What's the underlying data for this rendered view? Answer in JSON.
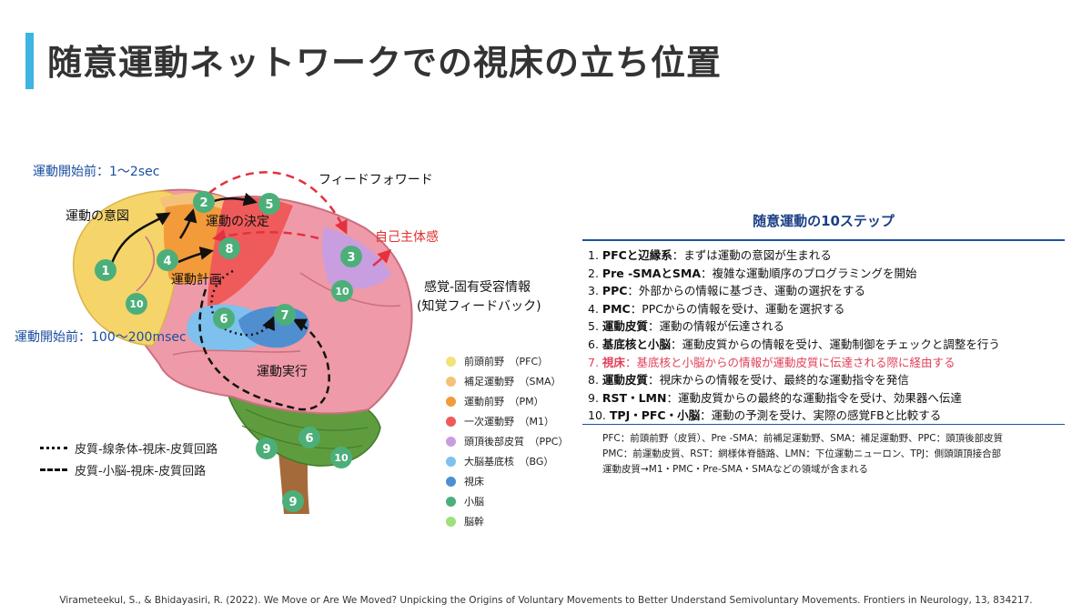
{
  "title": "随意運動ネットワークでの視床の立ち位置",
  "labels": {
    "pre_movement_long": "運動開始前：1〜2sec",
    "pre_movement_short": "運動開始前：100〜200msec",
    "intention": "運動の意図",
    "decision": "運動の決定",
    "planning": "運動計画",
    "execution": "運動実行",
    "feedforward": "フィードフォワード",
    "agency": "自己主体感",
    "sensory": "感覚-固有受容情報",
    "sensory_sub": "(知覚フィードバック)"
  },
  "badges": [
    {
      "id": "1",
      "color": "#4caf7a"
    },
    {
      "id": "2",
      "color": "#4caf7a"
    },
    {
      "id": "3",
      "color": "#4caf7a"
    },
    {
      "id": "4",
      "color": "#4caf7a"
    },
    {
      "id": "5",
      "color": "#4caf7a"
    },
    {
      "id": "6",
      "color": "#4caf7a"
    },
    {
      "id": "7",
      "color": "#4caf7a"
    },
    {
      "id": "8",
      "color": "#4caf7a"
    },
    {
      "id": "9",
      "color": "#4caf7a"
    },
    {
      "id": "10",
      "color": "#4caf7a"
    }
  ],
  "legend": [
    {
      "label": "前頭前野　（PFC）",
      "color": "#f3e27a"
    },
    {
      "label": "補足運動野　（SMA）",
      "color": "#f5c27a"
    },
    {
      "label": "運動前野　（PM）",
      "color": "#f39a3a"
    },
    {
      "label": "一次運動野　（M1）",
      "color": "#ef5a5a"
    },
    {
      "label": "頭頂後部皮質　（PPC）",
      "color": "#c89ee0"
    },
    {
      "label": "大脳基底核　（BG）",
      "color": "#7ec0ee"
    },
    {
      "label": "視床",
      "color": "#4f8fd0"
    },
    {
      "label": "小脳",
      "color": "#4caf7a"
    },
    {
      "label": "脳幹",
      "color": "#9ee07a"
    }
  ],
  "circuits": [
    {
      "label": "皮質-線条体-視床-皮質回路",
      "style": "dotted"
    },
    {
      "label": "皮質-小脳-視床-皮質回路",
      "style": "dashed"
    }
  ],
  "steps_title": "随意運動の10ステップ",
  "steps": [
    {
      "num": "1.",
      "name": "PFCと辺縁系",
      "desc": "：まずは運動の意図が生まれる"
    },
    {
      "num": "2.",
      "name": "Pre -SMAとSMA",
      "desc": "：複雑な運動順序のプログラミングを開始"
    },
    {
      "num": "3.",
      "name": "PPC",
      "desc": "：外部からの情報に基づき、運動の選択をする"
    },
    {
      "num": "4.",
      "name": "PMC",
      "desc": "：PPCからの情報を受け、運動を選択する"
    },
    {
      "num": "5.",
      "name": "運動皮質",
      "desc": "：運動の情報が伝達される"
    },
    {
      "num": "6.",
      "name": "基底核と小脳",
      "desc": "：運動皮質からの情報を受け、運動制御をチェックと調整を行う"
    },
    {
      "num": "7.",
      "name": "視床",
      "desc": "：基底核と小脳からの情報が運動皮質に伝達される際に経由する"
    },
    {
      "num": "8.",
      "name": "運動皮質",
      "desc": "：視床からの情報を受け、最終的な運動指令を発信"
    },
    {
      "num": "9.",
      "name": "RST・LMN",
      "desc": "：運動皮質からの最終的な運動指令を受け、効果器へ伝達"
    },
    {
      "num": "10.",
      "name": "TPJ・PFC・小脳",
      "desc": "：運動の予測を受け、実際の感覚FBと比較する"
    }
  ],
  "notes": [
    "PFC：前頭前野（皮質）、Pre -SMA：前補足運動野、SMA：補足運動野、PPC：頭頂後部皮質",
    "PMC：前運動皮質、RST：網様体脊髄路、LMN：下位運動ニューロン、TPJ：側頭頭頂接合部",
    "運動皮質→M1・PMC・Pre-SMA・SMAなどの領域が含まれる"
  ],
  "citation": "Virameteekul, S., & Bhidayasiri, R. (2022). We Move or Are We Moved? Unpicking the Origins of Voluntary Movements to Better Understand Semivoluntary Movements. Frontiers in Neurology, 13, 834217."
}
